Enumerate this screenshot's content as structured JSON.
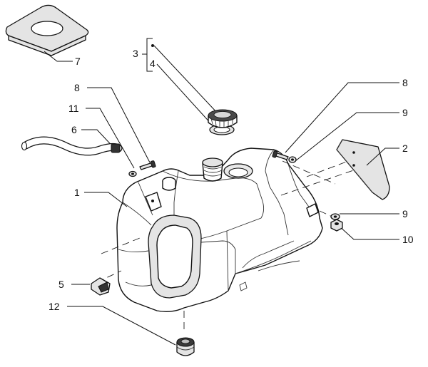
{
  "callouts": {
    "c1": "1",
    "c2": "2",
    "c3": "3",
    "c4": "4",
    "c5": "5",
    "c6": "6",
    "c7": "7",
    "c8_left": "8",
    "c8_right": "8",
    "c9_top": "9",
    "c9_bottom": "9",
    "c10": "10",
    "c11": "11",
    "c12": "12"
  },
  "icons": {
    "part_1": "fuel-tank",
    "part_2": "cover-plate",
    "part_4": "fuel-cap",
    "part_5": "clip",
    "part_6": "breather-hose",
    "part_7": "rubber-pad",
    "part_8": "bolt",
    "part_9": "washer",
    "part_10": "nut",
    "part_11": "bracket",
    "part_12": "grommet"
  }
}
